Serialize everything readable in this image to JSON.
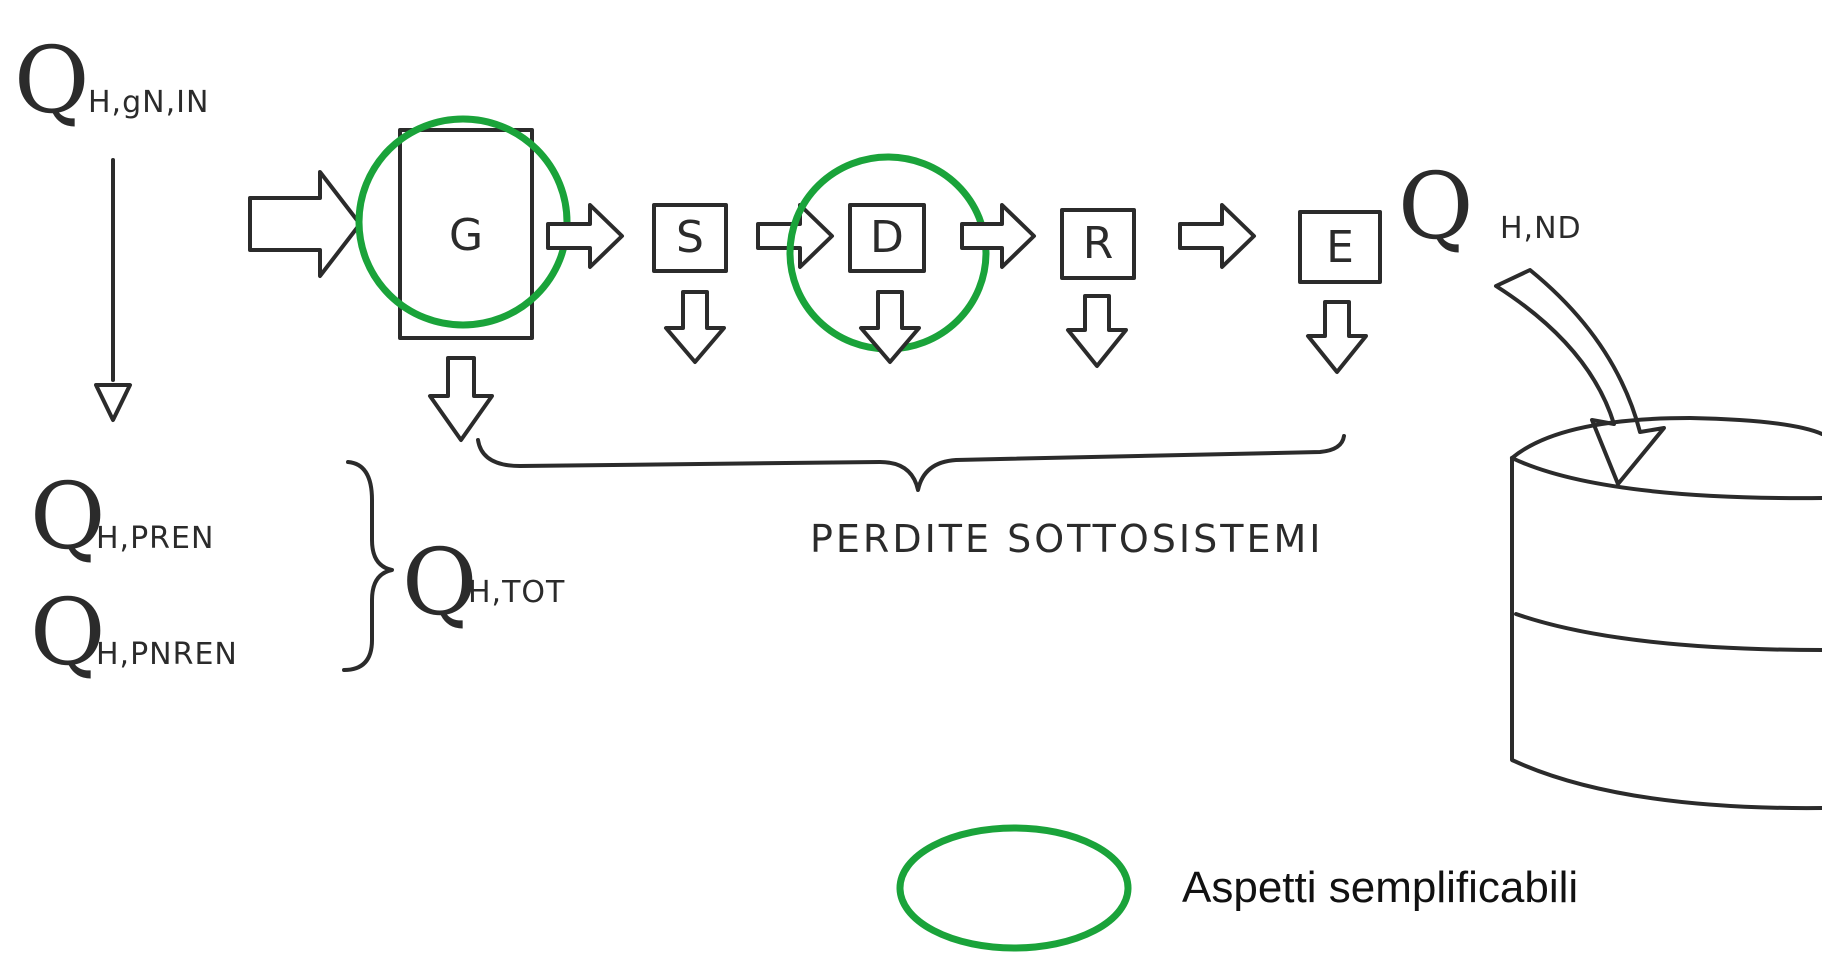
{
  "inputs": {
    "q_symbol": "Q",
    "gn_in_sub": "H,gN,IN",
    "nd_sub": "H,ND",
    "pren_sub": "H,PREN",
    "pnren_sub": "H,PNREN",
    "tot_sub": "H,TOT"
  },
  "subsystems": [
    {
      "letter": "G",
      "highlighted": true
    },
    {
      "letter": "S",
      "highlighted": false
    },
    {
      "letter": "D",
      "highlighted": true
    },
    {
      "letter": "R",
      "highlighted": false
    },
    {
      "letter": "E",
      "highlighted": false
    }
  ],
  "losses_label": "PERDITE SOTTOSISTEMI",
  "legend": {
    "label": "Aspetti semplificabili",
    "color": "#1aa33a"
  }
}
